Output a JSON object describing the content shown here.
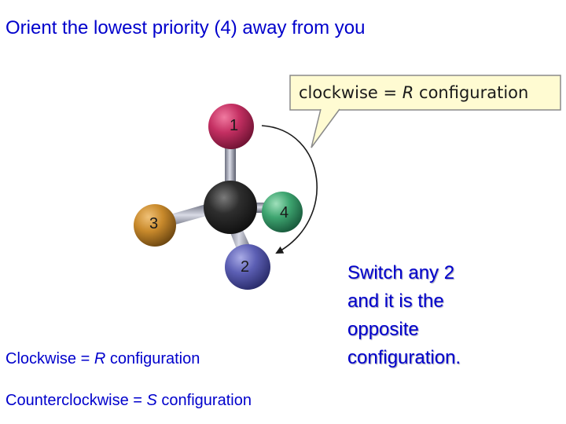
{
  "heading": "Orient the lowest priority (4) away from you",
  "callout": {
    "prefix": "clockwise = ",
    "letter": "R",
    "suffix": " configuration"
  },
  "atoms": {
    "a1": "1",
    "a2": "2",
    "a3": "3",
    "a4": "4"
  },
  "note": {
    "line1": "Switch any 2",
    "line2": "and it is the",
    "line3": "opposite",
    "line4": "configuration."
  },
  "captions": {
    "r": {
      "prefix": "Clockwise = ",
      "letter": "R",
      "suffix": " configuration"
    },
    "s": {
      "prefix": "Counterclockwise = ",
      "letter": "S",
      "suffix": " configuration"
    }
  },
  "colors": {
    "text": "#0000cc",
    "atom1": "#c42f62",
    "atom2": "#5c5fb4",
    "atom3": "#c98a2c",
    "atom4": "#3ea570",
    "center": "#2a2a2a",
    "callout_fill": "#fffbd2"
  }
}
